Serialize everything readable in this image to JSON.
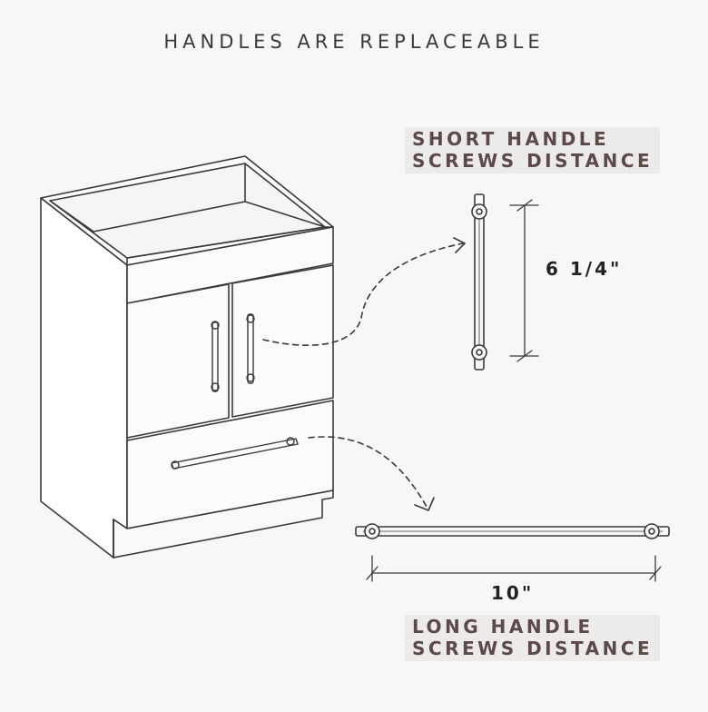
{
  "title": "HANDLES ARE REPLACEABLE",
  "short_handle": {
    "label_line1": "SHORT HANDLE",
    "label_line2": "SCREWS DISTANCE",
    "dimension": "6 1/4\""
  },
  "long_handle": {
    "label_line1": "LONG HANDLE",
    "label_line2": "SCREWS DISTANCE",
    "dimension": "10\""
  },
  "colors": {
    "background": "#f7f7f6",
    "label_bg": "#ecebea",
    "label_text": "#5b4a48",
    "line": "#3a3a3a"
  }
}
